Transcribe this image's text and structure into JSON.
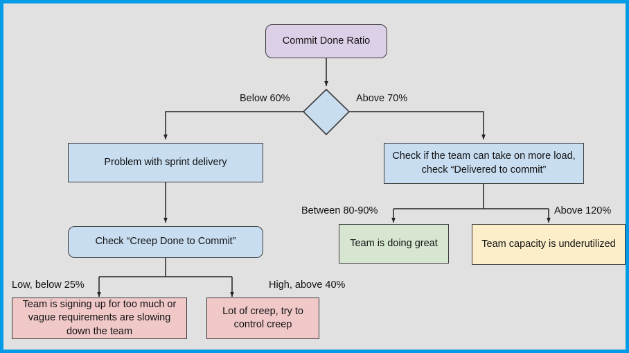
{
  "diagram": {
    "title": "Commit Done Ratio decision flowchart",
    "type": "flowchart",
    "border_color": "#039be5",
    "background_color": "#e1e1e1",
    "nodes": {
      "root": {
        "label": "Commit Done Ratio",
        "shape": "rounded-rect",
        "fill": "#dcd0e8"
      },
      "decision": {
        "label": "",
        "shape": "diamond",
        "fill": "#c8ddf0"
      },
      "problem_sprint": {
        "label": "Problem with sprint delivery",
        "shape": "rect",
        "fill": "#c8ddf0"
      },
      "check_more_load": {
        "label": "Check if the team can take on more load, check “Delivered to commit”",
        "shape": "rect",
        "fill": "#c8ddf0"
      },
      "check_creep": {
        "label": "Check “Creep Done to Commit”",
        "shape": "rounded-rect",
        "fill": "#c8ddf0"
      },
      "doing_great": {
        "label": "Team is doing great",
        "shape": "rect",
        "fill": "#d6e6d0"
      },
      "underutilized": {
        "label": "Team capacity is underutilized",
        "shape": "rect",
        "fill": "#fceec8"
      },
      "signing_up": {
        "label": "Team is signing up for too much or vague requirements are slowing down the team",
        "shape": "rect",
        "fill": "#f0c8c8"
      },
      "lot_of_creep": {
        "label": "Lot of creep, try to control creep",
        "shape": "rect",
        "fill": "#f0c8c8"
      }
    },
    "edge_labels": {
      "below_60": "Below 60%",
      "above_70": "Above 70%",
      "between_80_90": "Between 80-90%",
      "above_120": "Above 120%",
      "low_below_25": "Low, below 25%",
      "high_above_40": "High, above 40%"
    }
  }
}
